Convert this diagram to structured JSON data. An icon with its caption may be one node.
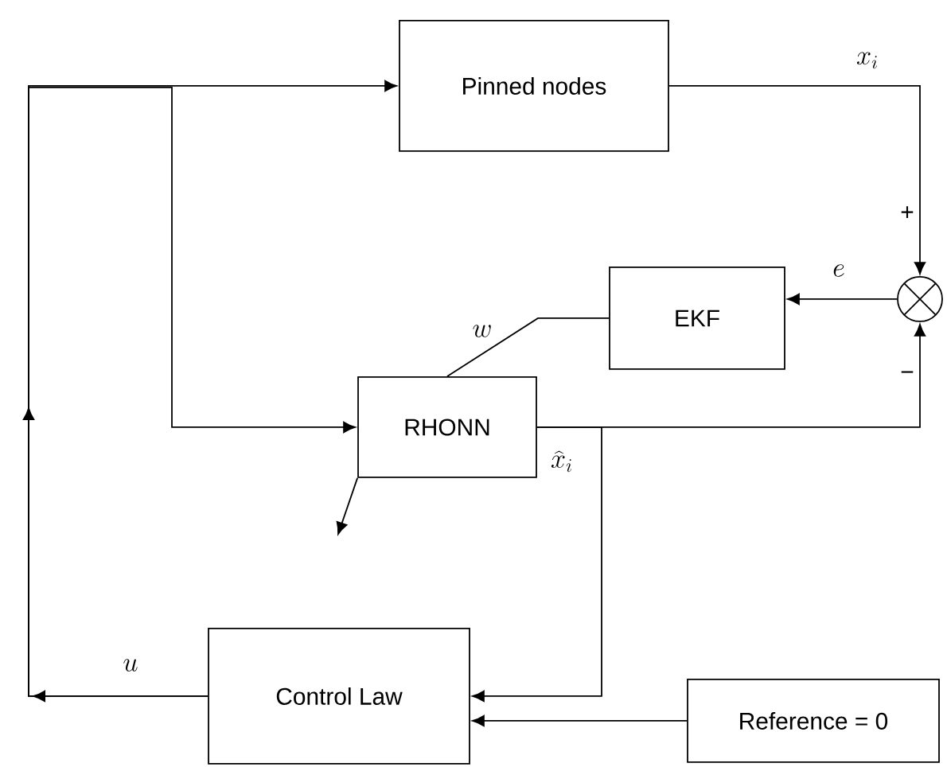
{
  "diagram": {
    "nodes": [
      {
        "text": [
          "Pinned nodes"
        ]
      },
      {
        "text": [
          "EKF"
        ]
      },
      {
        "text": [
          "RHONN"
        ]
      },
      {
        "text": [
          "Control Law"
        ]
      },
      {
        "text": [
          "Reference = 0"
        ]
      },
      {
        "text": [],
        "shape": "circle"
      }
    ],
    "edges": [
      {
        "from": 3,
        "to": 0,
        "arrow": "to",
        "label": "u"
      },
      {
        "from": 3,
        "to": 2,
        "arrow": "to"
      },
      {
        "from": 0,
        "to": 5,
        "arrow": "to",
        "label": "x_i"
      },
      {
        "from": 5,
        "to": 1,
        "arrow": "to",
        "label": "e"
      },
      {
        "from": 1,
        "to": 2,
        "arrow": "none",
        "label": "w"
      },
      {
        "from": 2,
        "to": 5,
        "arrow": "to"
      },
      {
        "from": 2,
        "to": 3,
        "arrow": "to",
        "label": "\\widehat{x}_i"
      },
      {
        "from": 2,
        "to": null,
        "arrow": "to"
      },
      {
        "from": 4,
        "to": 3,
        "arrow": "to"
      }
    ],
    "labels": [
      "+",
      "−"
    ]
  }
}
